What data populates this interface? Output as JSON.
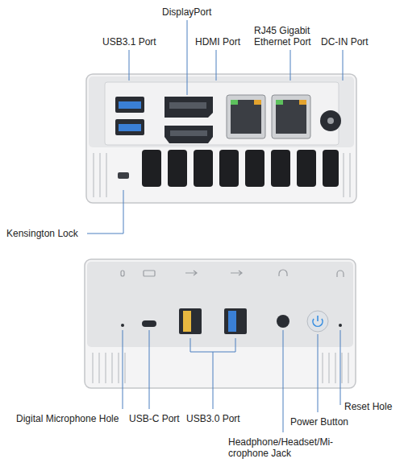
{
  "diagram": {
    "labels": [
      "DisplayPort",
      "HDMI Port",
      "USB3.1 Port",
      "RJ45 Gigabit Ethernet Port",
      "DC-IN Port",
      "Kensington Lock",
      "Digital Microphone Hole",
      "USB-C Port",
      "USB3.0 Port",
      "Headphone/Headset/Mi- crophone Jack",
      "Power Button",
      "Reset Hole"
    ]
  }
}
